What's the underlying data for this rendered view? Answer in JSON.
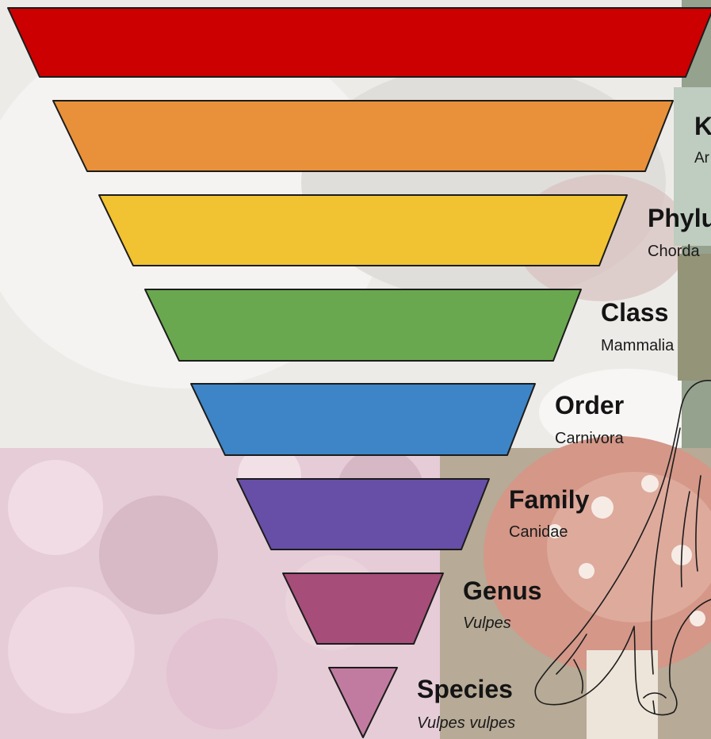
{
  "levels": [
    {
      "rank": "",
      "taxon": "",
      "italic": false,
      "color": "#cc0000"
    },
    {
      "rank": "K",
      "taxon": "Ar",
      "italic": false,
      "color": "#e8913a"
    },
    {
      "rank": "Phylu",
      "taxon": "Chorda",
      "italic": false,
      "color": "#f1c232"
    },
    {
      "rank": "Class",
      "taxon": "Mammalia",
      "italic": false,
      "color": "#6aa84f"
    },
    {
      "rank": "Order",
      "taxon": "Carnivora",
      "italic": false,
      "color": "#3d85c6"
    },
    {
      "rank": "Family",
      "taxon": "Canidae",
      "italic": false,
      "color": "#674ea7"
    },
    {
      "rank": "Genus",
      "taxon": "Vulpes",
      "italic": true,
      "color": "#a64d79"
    },
    {
      "rank": "Species",
      "taxon": "Vulpes  vulpes",
      "italic": true,
      "color": "#c27ba0"
    }
  ],
  "outline_color": "#1c1c1c",
  "background_panels": [
    {
      "name": "arctic-fox-photo",
      "color": "#e4e1dd"
    },
    {
      "name": "forest-frog-photo",
      "color": "#5d7057"
    },
    {
      "name": "bacteria-micrograph-photo",
      "color": "#d9b3c4"
    },
    {
      "name": "mushroom-photo",
      "color": "#a8533d"
    }
  ]
}
